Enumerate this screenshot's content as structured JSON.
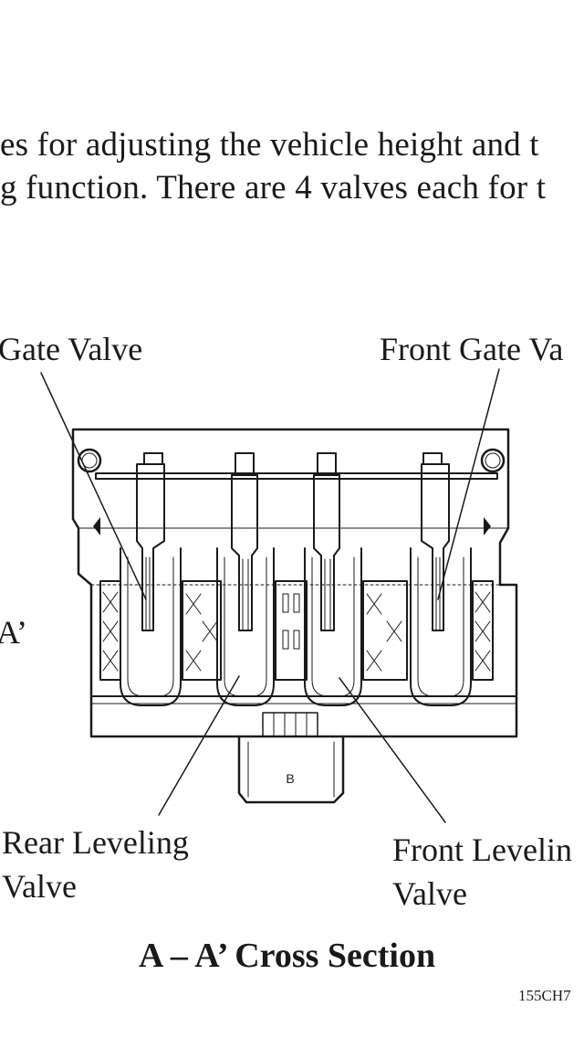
{
  "intro": {
    "line1": "es for adjusting the vehicle height and t",
    "line2": "g function. There are 4 valves each for t"
  },
  "labels": {
    "rear_gate": "Gate Valve",
    "front_gate": "Front Gate Va",
    "section_marker": "A’",
    "rear_leveling_line1": "Rear Leveling",
    "rear_leveling_line2": "Valve",
    "front_leveling_line1": "Front Levelin",
    "front_leveling_line2": "Valve",
    "port_mark": "B"
  },
  "caption": "A – A’ Cross Section",
  "figure_code": "155CH7"
}
